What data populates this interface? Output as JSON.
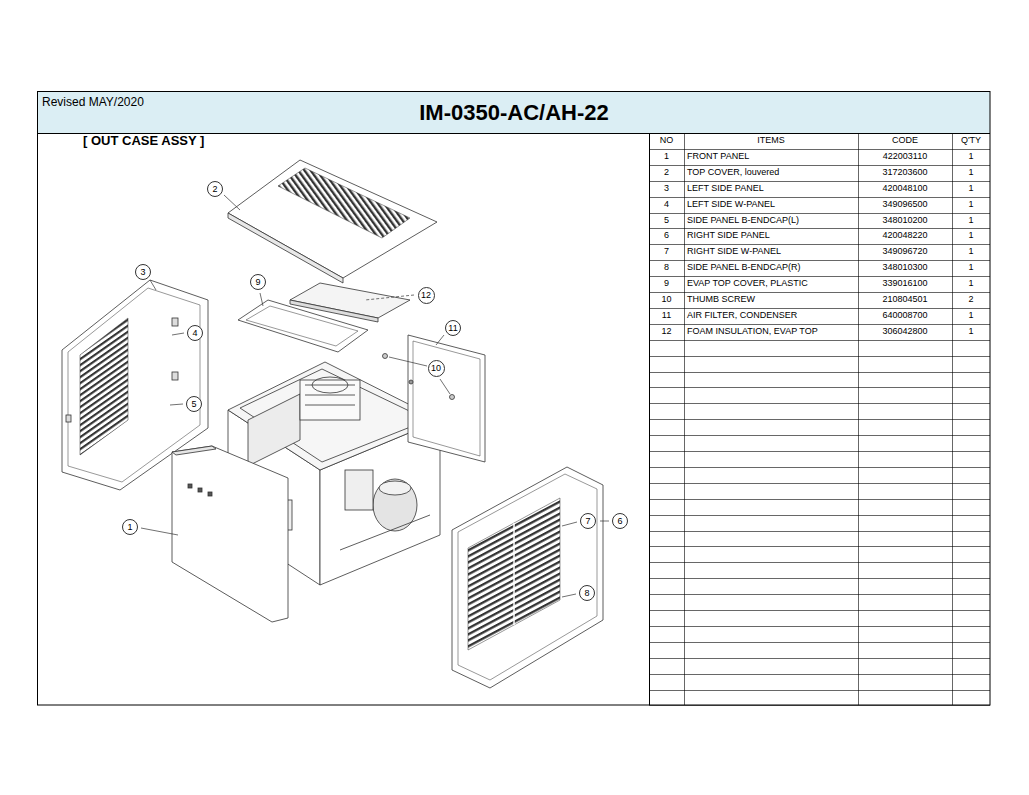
{
  "diagram": {
    "title": "IM-0350-AC/AH-22",
    "nodes": [
      {
        "text": [
          "2"
        ]
      },
      {
        "text": [
          "3"
        ]
      },
      {
        "text": [
          "9"
        ]
      },
      {
        "text": [
          "12"
        ]
      },
      {
        "text": [
          "11"
        ]
      },
      {
        "text": [
          "4"
        ]
      },
      {
        "text": [
          "10"
        ]
      },
      {
        "text": [
          "5"
        ]
      },
      {
        "text": [
          "1"
        ]
      },
      {
        "text": [
          "7"
        ]
      },
      {
        "text": [
          "6"
        ]
      },
      {
        "text": [
          "8"
        ]
      }
    ],
    "labels": [
      "Revised MAY/2020",
      "[ OUT CASE ASSY ]",
      "NO",
      "ITEMS",
      "CODE",
      "Q'TY",
      "1",
      "FRONT PANEL",
      "422003110",
      "1",
      "2",
      "TOP COVER, louvered",
      "317203600",
      "1",
      "3",
      "LEFT SIDE PANEL",
      "420048100",
      "1",
      "4",
      "LEFT SIDE W-PANEL",
      "349096500",
      "1",
      "5",
      "SIDE PANEL B-ENDCAP(L)",
      "348010200",
      "1",
      "6",
      "RIGHT SIDE PANEL",
      "420048220",
      "1",
      "7",
      "RIGHT SIDE W-PANEL",
      "349096720",
      "1",
      "8",
      "SIDE PANEL B-ENDCAP(R)",
      "348010300",
      "1",
      "9",
      "EVAP TOP COVER, PLASTIC",
      "339016100",
      "1",
      "10",
      "THUMB SCREW",
      "210804501",
      "2",
      "11",
      "AIR FILTER, CONDENSER",
      "640008700",
      "1",
      "12",
      "FOAM INSULATION, EVAP TOP",
      "306042800",
      "1"
    ]
  }
}
